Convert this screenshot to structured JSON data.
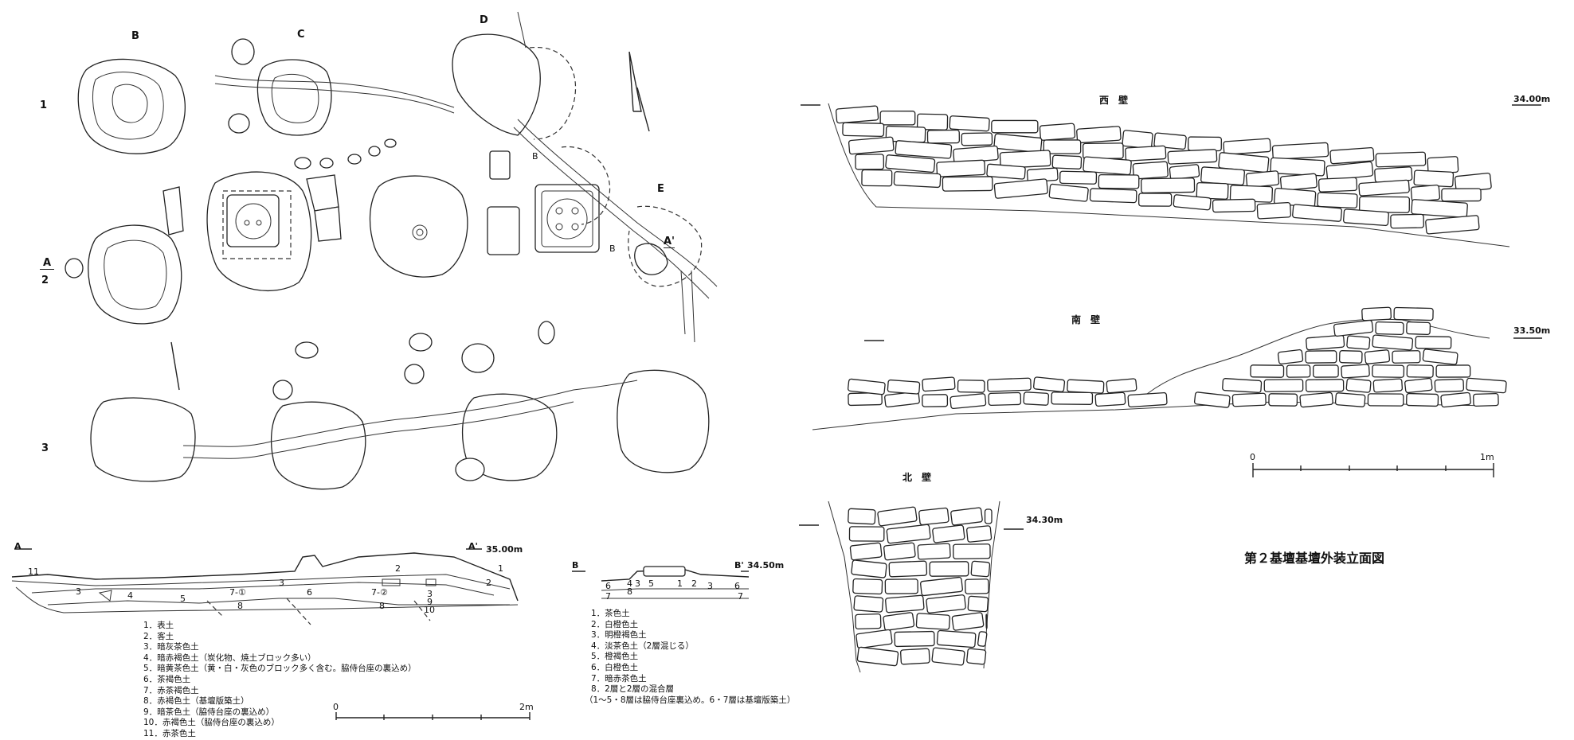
{
  "plan": {
    "col_labels": [
      "B",
      "C",
      "D",
      "E"
    ],
    "row_labels": [
      "1",
      "2",
      "3"
    ],
    "section_marker_A": "A",
    "section_marker_A_prime": "A'",
    "marker_B": "B",
    "marker_B_small": "B"
  },
  "section_a": {
    "start": "A",
    "end": "A'",
    "elevation": "35.00m",
    "layer_numbers": [
      "11",
      "2",
      "3",
      "4",
      "5",
      "7-①",
      "8",
      "3",
      "6",
      "7-②",
      "8",
      "3",
      "9",
      "10",
      "2",
      "1"
    ],
    "legend": [
      "1．表土",
      "2．客土",
      "3．暗灰茶色土",
      "4．暗赤褐色土（炭化物、焼土ブロック多い）",
      "5．暗黄茶色土（黄・白・灰色のブロック多く含む。脇侍台座の裏込め）",
      "6．茶褐色土",
      "7．赤茶褐色土",
      "8．赤褐色土（基壇版築土）",
      "9．暗茶色土（脇侍台座の裏込め）",
      "10．赤褐色土（脇侍台座の裏込め）",
      "11．赤茶色土"
    ],
    "scale": {
      "start": "0",
      "end": "2m"
    }
  },
  "section_b": {
    "start": "B",
    "end": "B'",
    "elevation": "34.50m",
    "layer_numbers": [
      "6",
      "4",
      "8",
      "3",
      "5",
      "1",
      "2",
      "3",
      "6",
      "7",
      "7"
    ],
    "legend": [
      "1．茶色土",
      "2．白橙色土",
      "3．明橙褐色土",
      "4．淡茶色土（2層混じる）",
      "5．橙褐色土",
      "6．白橙色土",
      "7．暗赤茶色土",
      "8．2層と2層の混合層",
      "（1～5・8層は脇侍台座裏込め。6・7層は基壇版築土）"
    ]
  },
  "elevations": {
    "west": {
      "label": "西　壁",
      "elevation": "34.00m"
    },
    "south": {
      "label": "南　壁",
      "elevation": "33.50m"
    },
    "north": {
      "label": "北　壁",
      "elevation": "34.30m"
    },
    "scale": {
      "start": "0",
      "end": "1m"
    },
    "figure_title": "第２基壇基壇外装立面図"
  }
}
